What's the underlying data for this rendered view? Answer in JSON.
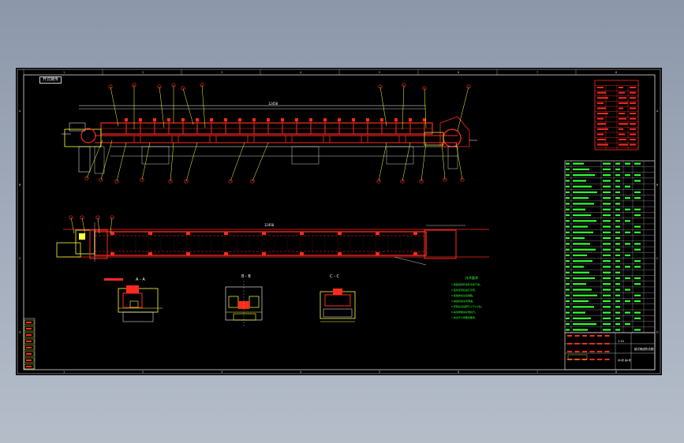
{
  "drawing": {
    "tag": "开式链传",
    "sections": {
      "aa": "A - A",
      "bb": "B - B",
      "cc": "C - C"
    },
    "top_dim": "12450",
    "bottom_dim": "12450",
    "notes_title": "技术要求",
    "notes": [
      "1.装配前所有零件清洗干净。",
      "2.链条张紧后运行平稳。",
      "3.各轴承加注润滑脂。",
      "4.减速机加注润滑油。",
      "5.安装后试运转不少于2小时。",
      "6.涂漆按相关标准执行。",
      "7.未注尺寸按图纸要求。"
    ],
    "title_block": {
      "drawing_name": "链式输送机总图",
      "scale": "1:10",
      "sheet": "共1张 第1张"
    },
    "grid_letters": [
      "A",
      "B",
      "C",
      "D"
    ],
    "grid_numbers": [
      "1",
      "2",
      "3",
      "4",
      "5",
      "6",
      "7",
      "8"
    ]
  },
  "colors": {
    "red": "#ff2a1f",
    "yellow": "#ffff3a",
    "white": "#ffffff",
    "green": "#30ff30",
    "grey": "#a9a9a9"
  }
}
